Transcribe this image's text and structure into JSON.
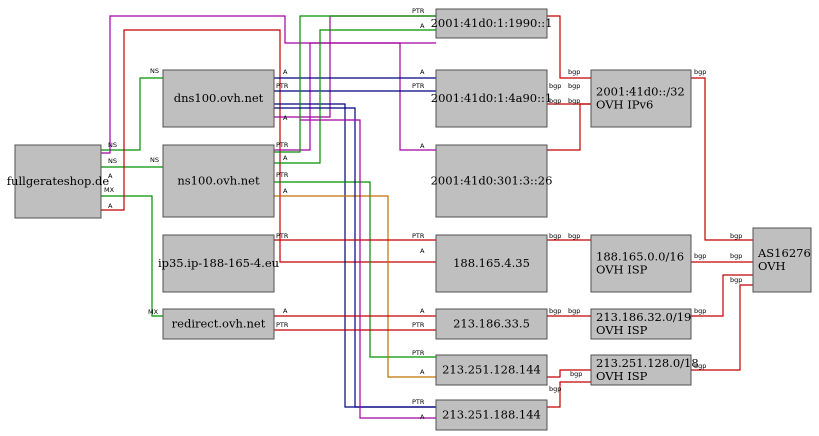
{
  "colors": {
    "ns": "#009000",
    "mx": "#009000",
    "a": "#c00000",
    "ptr": "#a000a0",
    "bgp": "#c00000",
    "ipv6": "#000080",
    "orange": "#c07000",
    "node_fill": "#c0bfc0",
    "node_stroke": "#505050"
  },
  "nodes": [
    {
      "id": "fullgerateshop",
      "lines": [
        "fullgerateshop.de"
      ]
    },
    {
      "id": "dns100",
      "lines": [
        "dns100.ovh.net"
      ]
    },
    {
      "id": "ns100",
      "lines": [
        "ns100.ovh.net"
      ]
    },
    {
      "id": "ip35",
      "lines": [
        "ip35.ip-188-165-4.eu"
      ]
    },
    {
      "id": "redirect",
      "lines": [
        "redirect.ovh.net"
      ]
    },
    {
      "id": "v6_1990",
      "lines": [
        "2001:41d0:1:1990::1"
      ]
    },
    {
      "id": "v6_4a90",
      "lines": [
        "2001:41d0:1:4a90::1"
      ]
    },
    {
      "id": "v6_301",
      "lines": [
        "2001:41d0:301:3::26"
      ]
    },
    {
      "id": "ip188_165_4_35",
      "lines": [
        "188.165.4.35"
      ]
    },
    {
      "id": "ip213_186_33_5",
      "lines": [
        "213.186.33.5"
      ]
    },
    {
      "id": "ip213_251_128_144",
      "lines": [
        "213.251.128.144"
      ]
    },
    {
      "id": "ip213_251_188_144",
      "lines": [
        "213.251.188.144"
      ]
    },
    {
      "id": "net_v6",
      "lines": [
        "2001:41d0::/32",
        "OVH IPv6"
      ]
    },
    {
      "id": "net_188",
      "lines": [
        "188.165.0.0/16",
        "OVH ISP"
      ]
    },
    {
      "id": "net_213_186",
      "lines": [
        "213.186.32.0/19",
        "OVH ISP"
      ]
    },
    {
      "id": "net_213_251",
      "lines": [
        "213.251.128.0/18",
        "OVH ISP"
      ]
    },
    {
      "id": "as16276",
      "lines": [
        "AS16276",
        "OVH"
      ]
    }
  ],
  "edge_labels": {
    "ns": "NS",
    "mx": "MX",
    "a": "A",
    "ptr": "PTR",
    "bgp": "bgp"
  },
  "edges": [
    {
      "from": "fullgerateshop",
      "to": "dns100",
      "label": "NS",
      "color": "ns"
    },
    {
      "from": "fullgerateshop",
      "to": "ns100",
      "label": "NS",
      "color": "ns"
    },
    {
      "from": "fullgerateshop",
      "to": "redirect",
      "label": "MX",
      "color": "mx"
    },
    {
      "from": "fullgerateshop",
      "to": "ip188_165_4_35",
      "label": "A",
      "color": "a"
    },
    {
      "from": "dns100",
      "to": "v6_4a90",
      "label": "A",
      "color": "ipv6"
    },
    {
      "from": "ns100",
      "to": "v6_1990",
      "label": "A",
      "color": "ns"
    },
    {
      "from": "v6_1990",
      "to": "net_v6",
      "label": "bgp",
      "color": "bgp"
    },
    {
      "from": "v6_4a90",
      "to": "net_v6",
      "label": "bgp",
      "color": "bgp"
    },
    {
      "from": "v6_301",
      "to": "net_v6",
      "label": "bgp",
      "color": "bgp"
    },
    {
      "from": "ip188_165_4_35",
      "to": "net_188",
      "label": "bgp",
      "color": "bgp"
    },
    {
      "from": "ip213_186_33_5",
      "to": "net_213_186",
      "label": "bgp",
      "color": "bgp"
    },
    {
      "from": "ip213_251_128_144",
      "to": "net_213_251",
      "label": "bgp",
      "color": "bgp"
    },
    {
      "from": "ip213_251_188_144",
      "to": "net_213_251",
      "label": "bgp",
      "color": "bgp"
    },
    {
      "from": "net_v6",
      "to": "as16276",
      "label": "bgp",
      "color": "bgp"
    },
    {
      "from": "net_188",
      "to": "as16276",
      "label": "bgp",
      "color": "bgp"
    },
    {
      "from": "net_213_186",
      "to": "as16276",
      "label": "bgp",
      "color": "bgp"
    },
    {
      "from": "net_213_251",
      "to": "as16276",
      "label": "bgp",
      "color": "bgp"
    }
  ]
}
